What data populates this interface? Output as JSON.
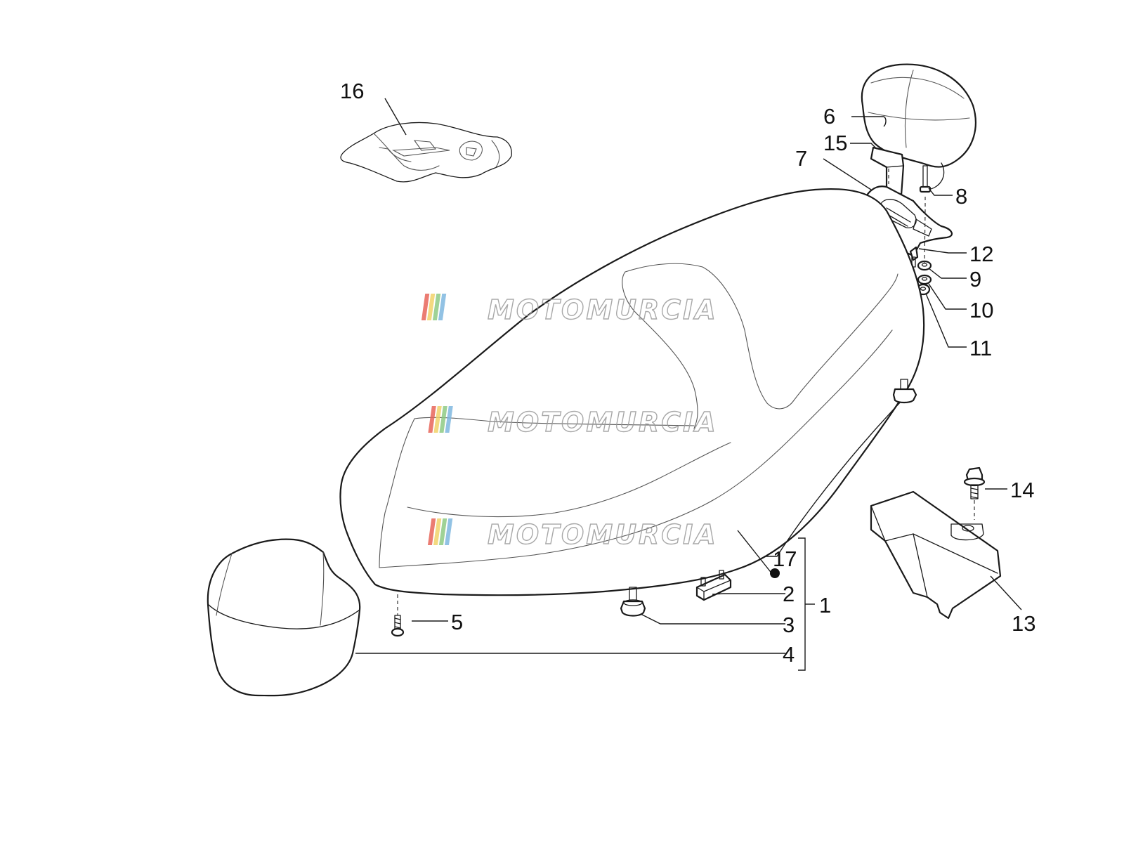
{
  "diagram": {
    "type": "exploded-parts-diagram",
    "callouts": [
      "1",
      "2",
      "3",
      "4",
      "5",
      "6",
      "7",
      "8",
      "9",
      "10",
      "11",
      "12",
      "13",
      "14",
      "15",
      "16",
      "17"
    ],
    "watermark": {
      "text": "MOTOMURCIA",
      "stripe_colors": [
        "#e8665a",
        "#f1d36a",
        "#8fcb84",
        "#7fb8e0"
      ],
      "outline_color": "#9a9a9a"
    },
    "line_color": "#1a1a1a",
    "background_color": "#ffffff"
  }
}
